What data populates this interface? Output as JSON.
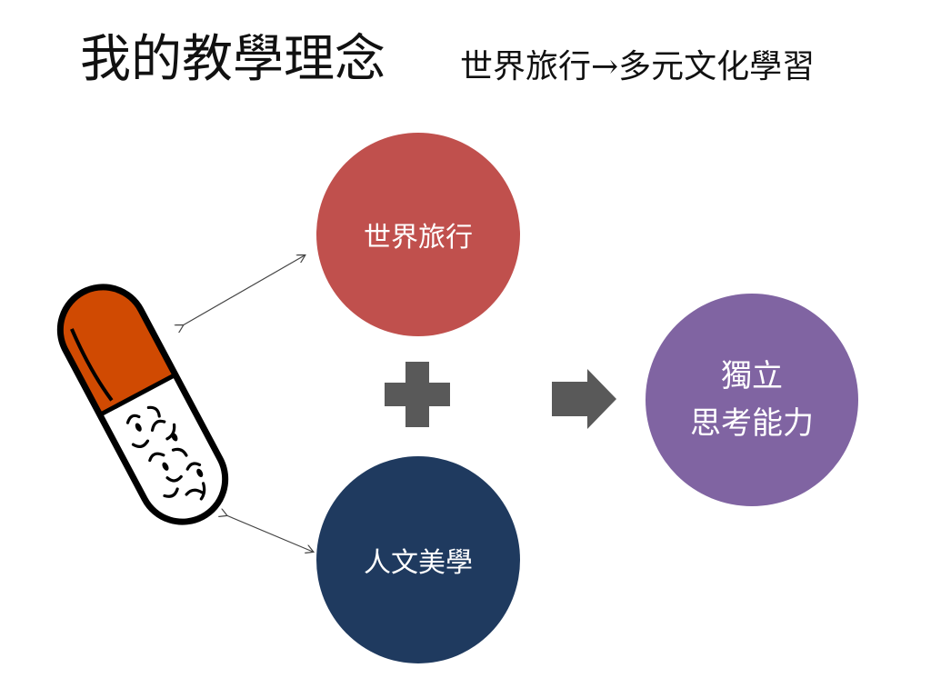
{
  "slide": {
    "title": "我的教學理念",
    "subtitle": "世界旅行→多元文化學習"
  },
  "diagram": {
    "circle_travel": {
      "label": "世界旅行",
      "color": "#c0504d"
    },
    "circle_arts": {
      "label": "人文美學",
      "color": "#1f3a5f"
    },
    "circle_result": {
      "line1": "獨立",
      "line2": "思考能力",
      "color": "#8064a2"
    },
    "plus_icon": {
      "color": "#595959"
    },
    "arrow_icon": {
      "color": "#595959"
    },
    "capsule_icon": {
      "cap_color": "#d04a02"
    }
  }
}
